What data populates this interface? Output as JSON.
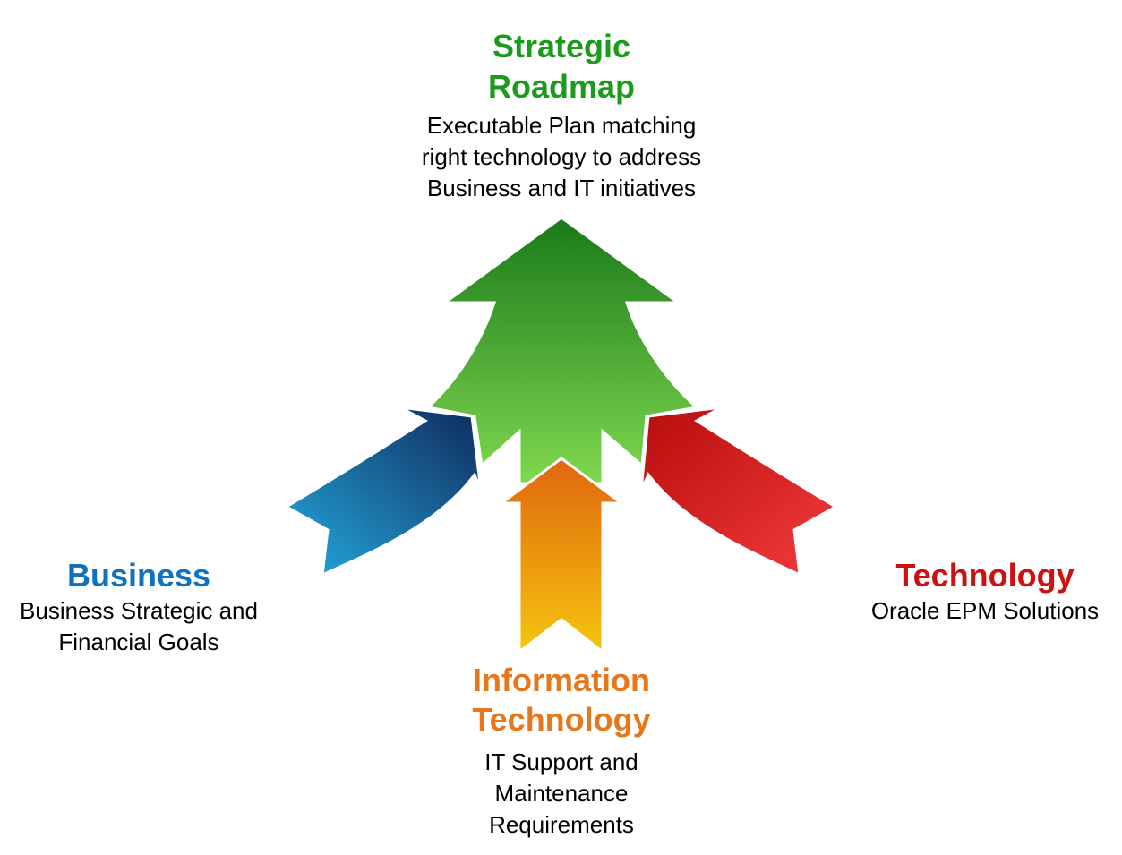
{
  "diagram": {
    "top": {
      "title_line1": "Strategic",
      "title_line2": "Roadmap",
      "desc_line1": "Executable Plan matching",
      "desc_line2": "right technology to address",
      "desc_line3": "Business and IT initiatives",
      "color": "#1c9a1c"
    },
    "left": {
      "title": "Business",
      "desc_line1": "Business Strategic and",
      "desc_line2": "Financial Goals",
      "color": "#0f72bf"
    },
    "bottom": {
      "title_line1": "Information",
      "title_line2": "Technology",
      "desc_line1": "IT Support and",
      "desc_line2": "Maintenance",
      "desc_line3": "Requirements",
      "color": "#e4781a"
    },
    "right": {
      "title": "Technology",
      "desc_line1": "Oracle EPM Solutions",
      "color": "#cc1111"
    },
    "arrow_colors": {
      "green_top": "#1a7a1a",
      "green_bottom": "#7fd64f",
      "blue_dark": "#0f2a5c",
      "blue_light": "#23a8dc",
      "red_dark": "#b80c0c",
      "red_light": "#f03a3a",
      "orange_top": "#e06a10",
      "orange_bottom": "#f3c20e"
    }
  }
}
